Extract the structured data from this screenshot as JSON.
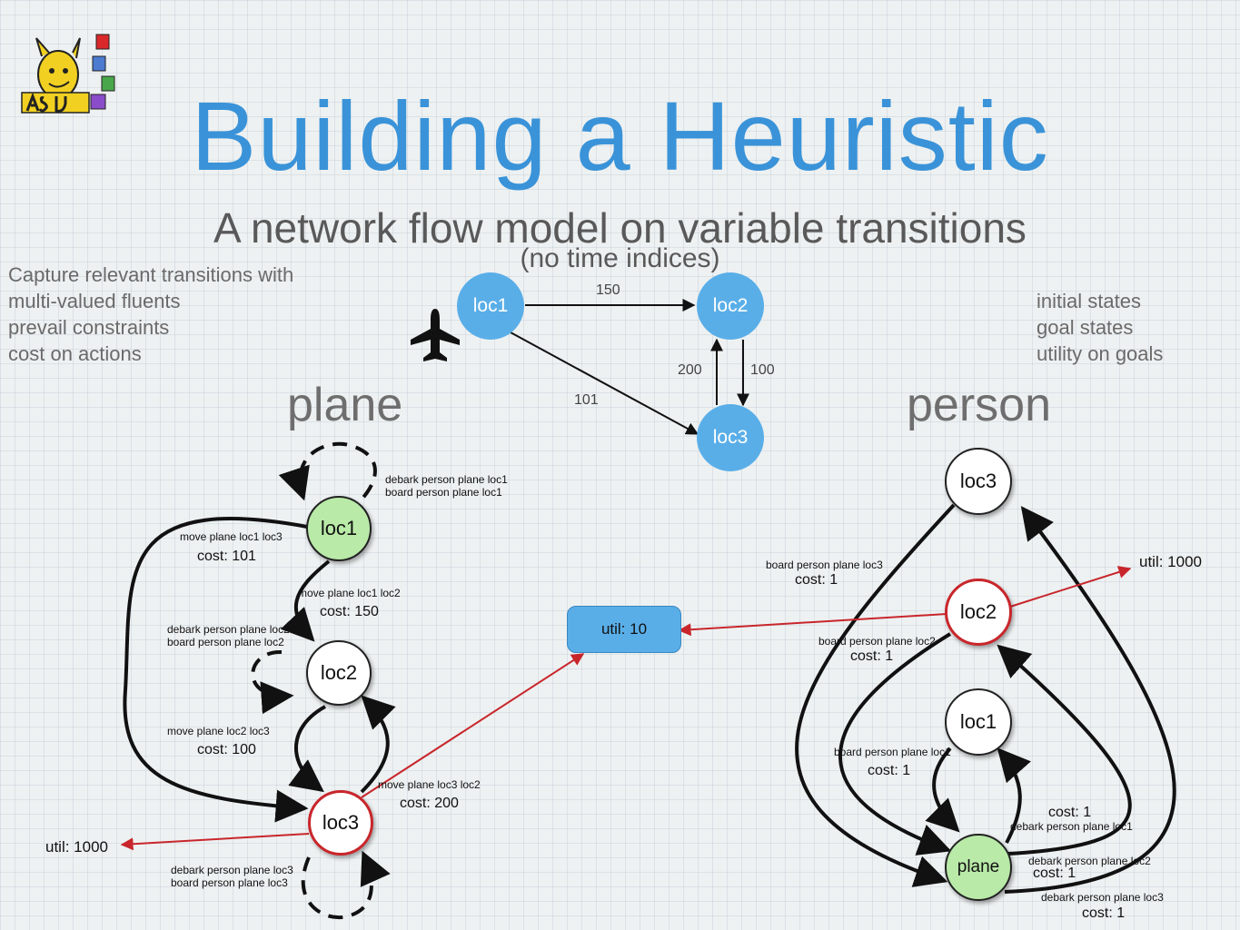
{
  "title": "Building a Heuristic",
  "subtitle": "A network flow model on variable transitions",
  "subsubtitle": "(no time indices)",
  "left_notes": [
    "Capture relevant transitions with",
    "multi-valued fluents",
    "prevail constraints",
    "cost on actions"
  ],
  "right_notes": [
    "initial states",
    "goal states",
    "utility on goals"
  ],
  "section_plane": "plane",
  "section_person": "person",
  "map": {
    "nodes": [
      "loc1",
      "loc2",
      "loc3"
    ],
    "edges": {
      "e12": "150",
      "e32": "200",
      "e23": "100",
      "e13": "101"
    }
  },
  "plane_dtg": {
    "nodes": {
      "loc1": "loc1",
      "loc2": "loc2",
      "loc3": "loc3"
    },
    "labels": {
      "loop1": [
        "debark person plane loc1",
        "board person plane loc1"
      ],
      "loop2": [
        "debark person plane loc2",
        "board person plane loc2"
      ],
      "loop3": [
        "debark person plane loc3",
        "board person plane loc3"
      ],
      "m13": "move plane loc1 loc3",
      "m12": "move plane loc1 loc2",
      "m23": "move plane loc2 loc3",
      "m32": "move plane loc3 loc2"
    },
    "costs": {
      "c13": "cost: 101",
      "c12": "cost: 150",
      "c23": "cost: 100",
      "c32": "cost: 200"
    },
    "util_left": "util: 1000"
  },
  "util_box": "util: 10",
  "person_dtg": {
    "nodes": {
      "loc3": "loc3",
      "loc2": "loc2",
      "loc1": "loc1",
      "plane": "plane"
    },
    "labels": {
      "b3": "board person plane loc3",
      "b2": "board person plane loc2",
      "b1": "board person plane loc1",
      "d1": "debark person plane loc1",
      "d2": "debark person plane loc2",
      "d3": "debark person plane loc3"
    },
    "costs": {
      "cb3": "cost: 1",
      "cb2": "cost: 1",
      "cb1": "cost: 1",
      "cd1": "cost: 1",
      "cd2": "cost: 1",
      "cd3": "cost: 1"
    },
    "util_right": "util: 1000"
  },
  "icons": [
    "devil-mascot-logo",
    "airplane-icon"
  ],
  "colors": {
    "title": "#3a93d8",
    "blue_node": "#5aaee8",
    "green_node": "#b9eaa8",
    "goal_red": "#c8262b"
  }
}
